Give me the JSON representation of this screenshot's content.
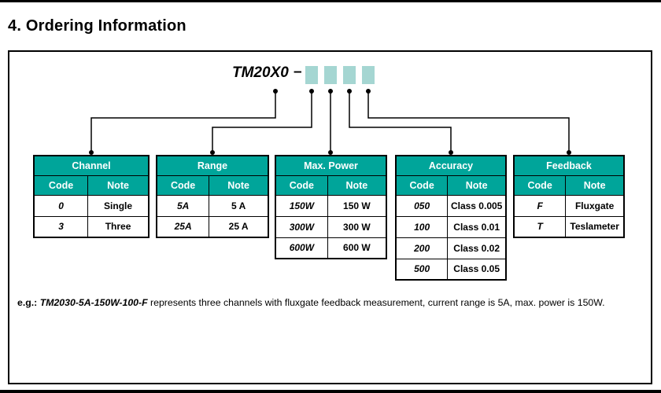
{
  "page": {
    "title": "4. Ordering Information"
  },
  "diagram": {
    "model": "TM20X0",
    "dash": "–",
    "placeholder_count": 4,
    "tables": [
      {
        "title": "Channel",
        "columns": [
          "Code",
          "Note"
        ],
        "rows": [
          [
            "0",
            "Single"
          ],
          [
            "3",
            "Three"
          ]
        ]
      },
      {
        "title": "Range",
        "columns": [
          "Code",
          "Note"
        ],
        "rows": [
          [
            "5A",
            "5 A"
          ],
          [
            "25A",
            "25 A"
          ]
        ]
      },
      {
        "title": "Max. Power",
        "columns": [
          "Code",
          "Note"
        ],
        "rows": [
          [
            "150W",
            "150 W"
          ],
          [
            "300W",
            "300 W"
          ],
          [
            "600W",
            "600 W"
          ]
        ]
      },
      {
        "title": "Accuracy",
        "columns": [
          "Code",
          "Note"
        ],
        "rows": [
          [
            "050",
            "Class 0.005"
          ],
          [
            "100",
            "Class 0.01"
          ],
          [
            "200",
            "Class 0.02"
          ],
          [
            "500",
            "Class 0.05"
          ]
        ]
      },
      {
        "title": "Feedback",
        "columns": [
          "Code",
          "Note"
        ],
        "rows": [
          [
            "F",
            "Fluxgate"
          ],
          [
            "T",
            "Teslameter"
          ]
        ]
      }
    ],
    "example": {
      "prefix": "e.g.:",
      "code": "TM2030-5A-150W-100-F",
      "text": "represents three channels with fluxgate feedback measurement, current range is 5A, max. power is 150W."
    },
    "colors": {
      "teal": "#00A59A",
      "light_teal": "#A5D6D2"
    }
  }
}
